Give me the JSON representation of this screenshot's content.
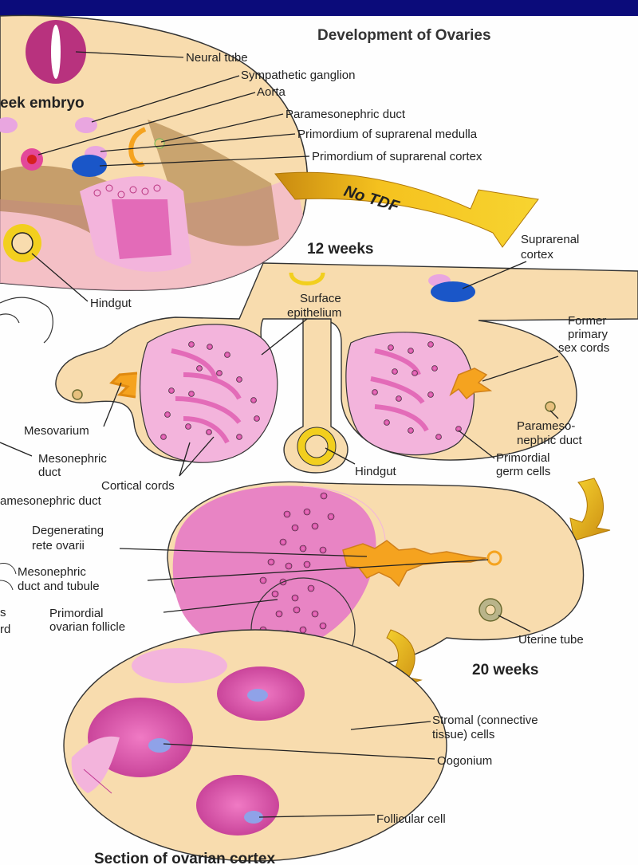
{
  "title": "Development of Ovaries",
  "colors": {
    "top_bar": "#0b0b7a",
    "tissue": "#f8dcae",
    "pink": "#e36bb8",
    "light_pink": "#f3b4dc",
    "blue": "#1a56c8",
    "yellow": "#f2cf1e",
    "orange": "#f5a31f"
  },
  "panels": {
    "embryo": {
      "heading": "eek embryo",
      "labels": {
        "neural_tube": "Neural tube",
        "sympathetic_ganglion": "Sympathetic ganglion",
        "aorta": "Aorta",
        "paramesonephric_duct": "Paramesonephric duct",
        "suprarenal_medulla": "Primordium of suprarenal medulla",
        "suprarenal_cortex": "Primordium of suprarenal cortex",
        "hindgut": "Hindgut"
      }
    },
    "arrow_text": "No TDF",
    "week12": {
      "heading": "12 weeks",
      "labels": {
        "suprarenal_cortex_1": "Suprarenal",
        "suprarenal_cortex_2": "cortex",
        "surface_epithelium_1": "Surface",
        "surface_epithelium_2": "epithelium",
        "former_cords_1": "Former",
        "former_cords_2": "primary",
        "former_cords_3": "sex cords",
        "mesovarium": "Mesovarium",
        "mesonephric_duct_1": "Mesonephric",
        "mesonephric_duct_2": "duct",
        "cortical_cords": "Cortical cords",
        "paramesonephric_duct_cut": "amesonephric duct",
        "hindgut": "Hindgut",
        "parameso_1": "Parameso-",
        "parameso_2": "nephric duct",
        "germ_cells_1": "Primordial",
        "germ_cells_2": "germ cells"
      }
    },
    "week20": {
      "heading": "20 weeks",
      "labels": {
        "rete_1": "Degenerating",
        "rete_2": "rete ovarii",
        "meso_tubule_1": "Mesonephric",
        "meso_tubule_2": "duct and tubule",
        "follicle_1": "Primordial",
        "follicle_2": "ovarian follicle",
        "uterine_tube": "Uterine tube",
        "left_cut_1": "s",
        "left_cut_2": "rd"
      }
    },
    "section": {
      "heading": "Section of ovarian cortex",
      "labels": {
        "stromal_1": "Stromal (connective",
        "stromal_2": "tissue) cells",
        "oogonium": "Oogonium",
        "follicular": "Follicular cell"
      }
    }
  }
}
